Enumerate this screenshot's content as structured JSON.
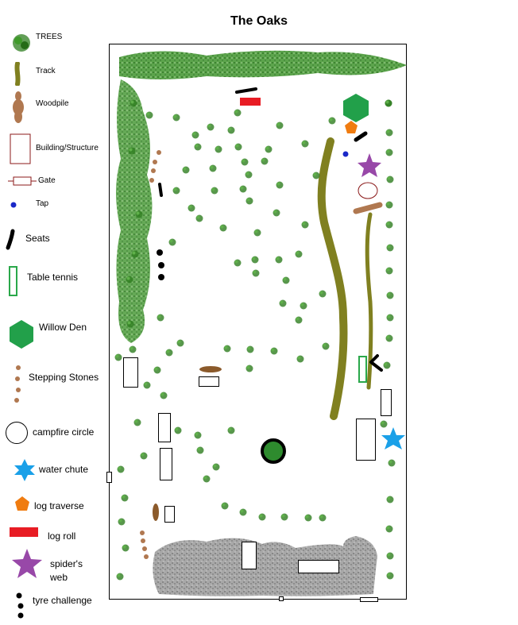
{
  "title": "The Oaks",
  "legend": [
    {
      "key": "trees",
      "label": "TREES",
      "icon": "tree-icon",
      "color": "#2e7d1f"
    },
    {
      "key": "track",
      "label": "Track",
      "icon": "track-icon",
      "color": "#808020"
    },
    {
      "key": "woodpile",
      "label": "Woodpile",
      "icon": "woodpile-icon",
      "color": "#b07850"
    },
    {
      "key": "building",
      "label": "Building/Structure",
      "icon": "building-icon",
      "color": "#8b1a1a"
    },
    {
      "key": "gate",
      "label": "Gate",
      "icon": "gate-icon",
      "color": "#8b1a1a"
    },
    {
      "key": "tap",
      "label": "Tap",
      "icon": "tap-icon",
      "color": "#1a28c8"
    },
    {
      "key": "seats",
      "label": "Seats",
      "icon": "seats-icon",
      "color": "#000000"
    },
    {
      "key": "table_tennis",
      "label": "Table tennis",
      "icon": "table-tennis-icon",
      "color": "#2aa84a"
    },
    {
      "key": "willow_den",
      "label": "Willow Den",
      "icon": "willow-den-icon",
      "color": "#22a04a"
    },
    {
      "key": "stepping_stones",
      "label": "Stepping Stones",
      "icon": "stepping-stones-icon",
      "color": "#b07850"
    },
    {
      "key": "campfire",
      "label": "campfire circle",
      "icon": "campfire-circle-icon",
      "color": "#000000"
    },
    {
      "key": "water_chute",
      "label": "water chute",
      "icon": "water-chute-icon",
      "color": "#1aa0e8"
    },
    {
      "key": "log_traverse",
      "label": "log traverse",
      "icon": "log-traverse-icon",
      "color": "#f07c10"
    },
    {
      "key": "log_roll",
      "label": "log roll",
      "icon": "log-roll-icon",
      "color": "#e81c24"
    },
    {
      "key": "spiders_web",
      "label": "spider's web",
      "icon": "spiders-web-icon",
      "color": "#9848a8"
    },
    {
      "key": "tyre",
      "label": "tyre challenge",
      "icon": "tyre-challenge-icon",
      "color": "#000000"
    }
  ],
  "colors": {
    "tree": "#2e7d1f",
    "hedge": "#3a8a2a",
    "track": "#808020",
    "gravel": "#8c8c8c",
    "building": "#000000",
    "boundary": "#000000"
  }
}
